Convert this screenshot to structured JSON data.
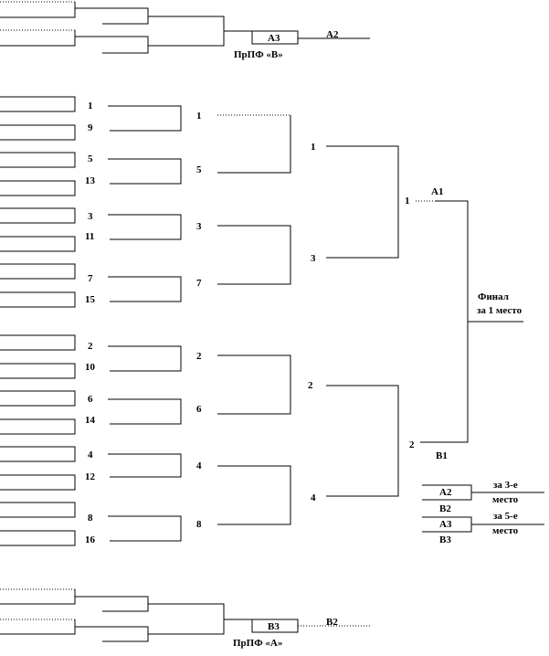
{
  "top_bracket": {
    "slot_label": "А3",
    "winner_label": "А2",
    "caption": "ПрПФ «В»"
  },
  "main_bracket": {
    "round1_seeds": [
      "1",
      "9",
      "5",
      "13",
      "3",
      "11",
      "7",
      "15",
      "2",
      "10",
      "6",
      "14",
      "4",
      "12",
      "8",
      "16"
    ],
    "round2_seeds": [
      "1",
      "5",
      "3",
      "7",
      "2",
      "6",
      "4",
      "8"
    ],
    "round3_seeds": [
      "1",
      "3",
      "2",
      "4"
    ],
    "semifinal_seeds": [
      "1",
      "2"
    ],
    "upper_winner": "А1",
    "lower_winner": "В1",
    "final_label_line1": "Финал",
    "final_label_line2": "за 1 место"
  },
  "placement_matches": {
    "third_place": {
      "top": "А2",
      "bottom": "В2",
      "label_line1": "за 3-е",
      "label_line2": "место"
    },
    "fifth_place": {
      "top": "А3",
      "bottom": "В3",
      "label_line1": "за 5-е",
      "label_line2": "место"
    }
  },
  "bottom_bracket": {
    "slot_label": "В3",
    "winner_label": "В2",
    "caption": "ПрПФ «А»"
  }
}
